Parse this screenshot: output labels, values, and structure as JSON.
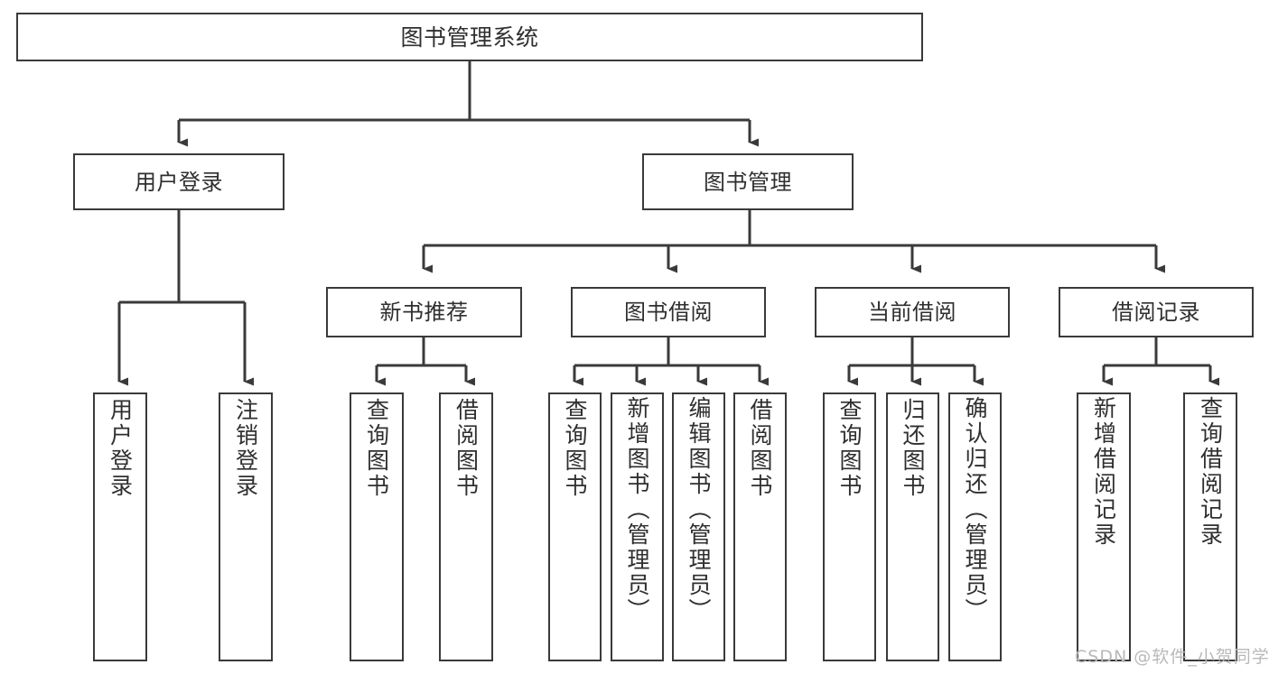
{
  "diagram": {
    "title": "图书管理系统",
    "type": "功能结构图",
    "watermark": "CSDN @软件_小贺同学",
    "colors": {
      "border": "#3a3a3a",
      "text": "#2f2f2f",
      "background": "#ffffff",
      "edge": "#3a3a3a",
      "watermark": "#b9b9b9"
    },
    "root": {
      "label": "图书管理系统"
    },
    "level2": [
      {
        "label": "用户登录"
      },
      {
        "label": "图书管理"
      }
    ],
    "level3": [
      {
        "label": "新书推荐"
      },
      {
        "label": "图书借阅"
      },
      {
        "label": "当前借阅"
      },
      {
        "label": "借阅记录"
      }
    ],
    "leaves": {
      "user_login": [
        {
          "label": "用户登录"
        },
        {
          "label": "注销登录"
        }
      ],
      "new_book": [
        {
          "label": "查询图书"
        },
        {
          "label": "借阅图书"
        }
      ],
      "book_borrow": [
        {
          "label": "查询图书"
        },
        {
          "label": "新增图书（管理员）"
        },
        {
          "label": "编辑图书（管理员）"
        },
        {
          "label": "借阅图书"
        }
      ],
      "current_borrow": [
        {
          "label": "查询图书"
        },
        {
          "label": "归还图书"
        },
        {
          "label": "确认归还（管理员）"
        }
      ],
      "borrow_record": [
        {
          "label": "新增借阅记录"
        },
        {
          "label": "查询借阅记录"
        }
      ]
    }
  }
}
